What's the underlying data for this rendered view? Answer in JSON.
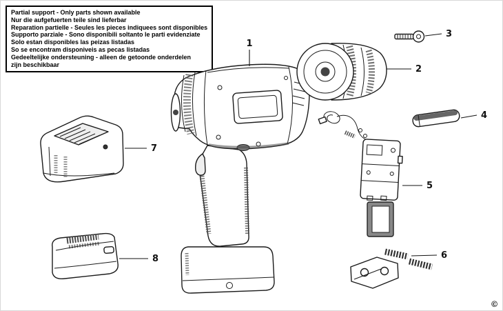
{
  "notice": {
    "lines": [
      "Partial support - Only parts shown available",
      "Nur die aufgefuerten teile sind lieferbar",
      "Reparation partielle - Seules les pieces indiquees sont disponibles",
      "Supporto parziale - Sono disponibili soltanto le parti evidenziate",
      "Solo estan disponibles las peizas listadas",
      "So se encontram disponiveis as pecas listadas",
      "Gedeeltelijke ondersteuning - alleen de getoonde onderdelen",
      "zijn beschikbaar"
    ]
  },
  "parts": [
    {
      "number": "1",
      "name": "drill-body"
    },
    {
      "number": "2",
      "name": "chuck"
    },
    {
      "number": "3",
      "name": "screw"
    },
    {
      "number": "4",
      "name": "clip-plate"
    },
    {
      "number": "5",
      "name": "switch-assembly"
    },
    {
      "number": "6",
      "name": "springs"
    },
    {
      "number": "7",
      "name": "charger"
    },
    {
      "number": "8",
      "name": "battery-pack"
    }
  ],
  "copyright": "©",
  "colors": {
    "line": "#1a1a1a",
    "background": "#ffffff"
  }
}
